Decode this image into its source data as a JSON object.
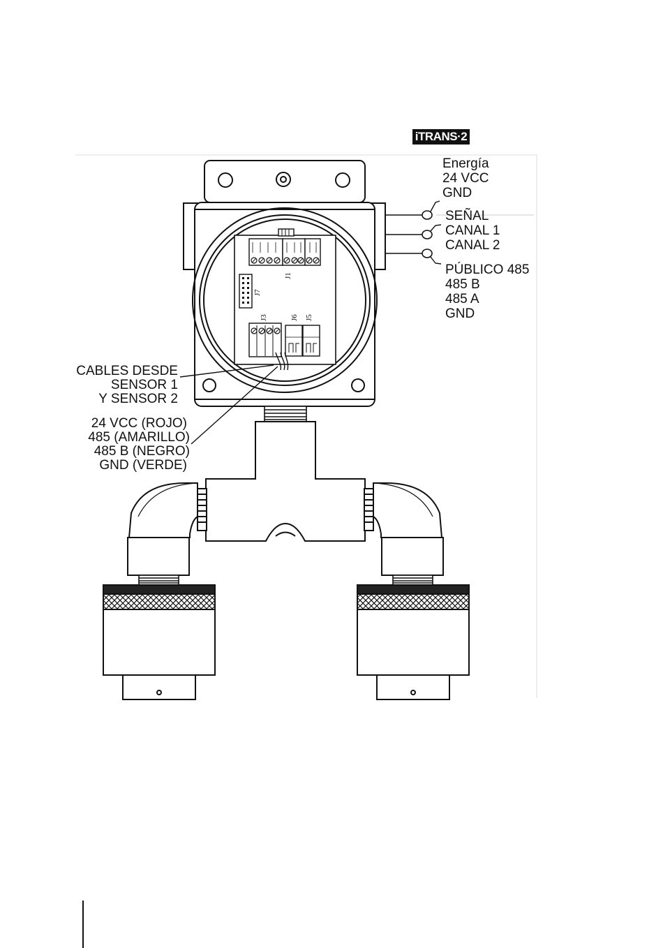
{
  "header": {
    "logo_text": "iTRANS·2"
  },
  "labels": {
    "power": [
      "Energía",
      "24 VCC",
      "GND"
    ],
    "signal": [
      "SEÑAL",
      "CANAL 1",
      "CANAL 2"
    ],
    "bus": [
      "PÚBLICO 485",
      "485 B",
      "485 A",
      "GND"
    ],
    "sensor_cables": [
      "CABLES DESDE",
      "SENSOR 1",
      "Y SENSOR 2"
    ],
    "wire_colors": [
      "24 VCC (ROJO)",
      "485 (AMARILLO)",
      "485 B (NEGRO)",
      "GND (VERDE)"
    ]
  },
  "connectors": {
    "j1": "J1",
    "j3": "J3",
    "j5": "J5",
    "j6": "J6",
    "j7": "J7"
  }
}
